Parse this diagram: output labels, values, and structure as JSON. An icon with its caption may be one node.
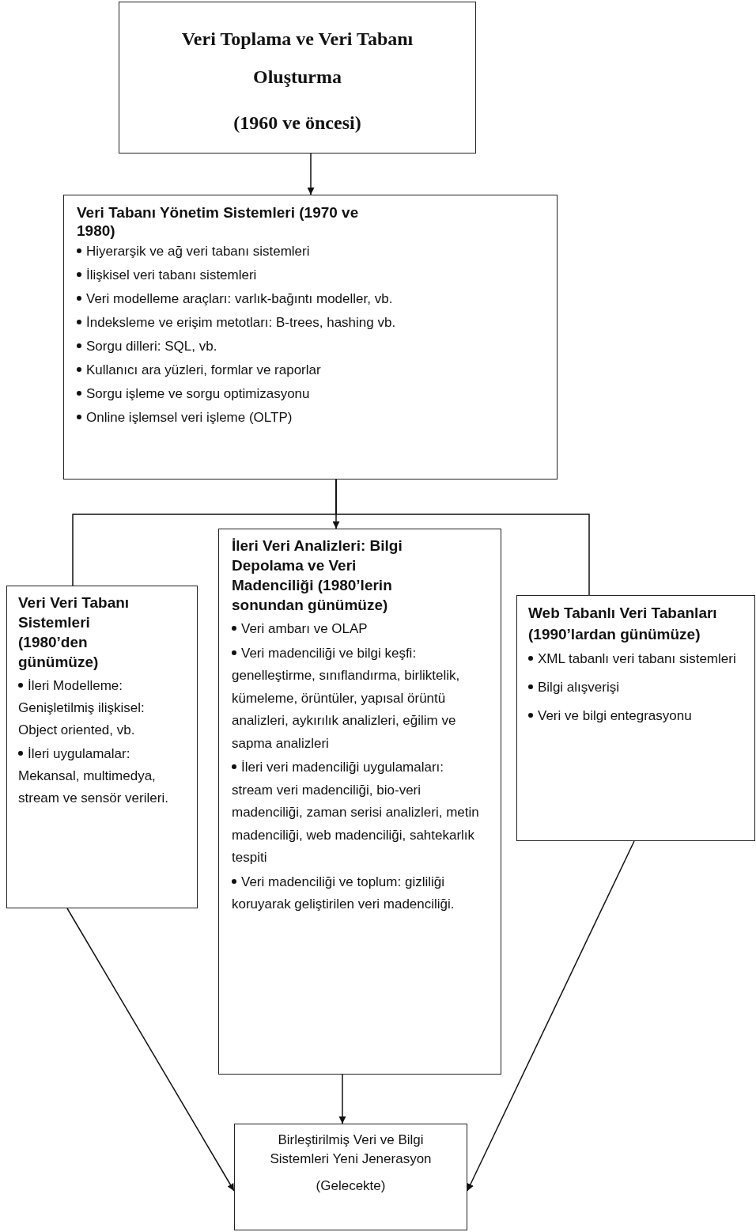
{
  "diagram": {
    "nodes": [
      {
        "text": [
          "Veri Toplama ve Veri Tabanı Oluşturma",
          "(1960 ve öncesi)"
        ]
      },
      {
        "text": [
          "Veri Tabanı Yönetim Sistemleri (1970 ve 1980)",
          "Hiyerarşik ve ağ veri tabanı sistemleri",
          "İlişkisel veri tabanı sistemleri",
          "Veri modelleme araçları: varlık-bağıntı modeller, vb.",
          "İndeksleme ve erişim metotları: B-trees, hashing vb.",
          "Sorgu dilleri: SQL, vb.",
          "Kullanıcı ara yüzleri, formlar ve raporlar",
          "Sorgu işleme ve sorgu optimizasyonu",
          "Online işlemsel veri işleme (OLTP)"
        ]
      },
      {
        "text": [
          "Veri Veri Tabanı Sistemleri (1980’den günümüze)",
          "İleri Modelleme: Genişletilmiş ilişkisel: Object oriented, vb.",
          "İleri uygulamalar: Mekansal, multimedya, stream ve sensör verileri."
        ]
      },
      {
        "text": [
          "İleri Veri Analizleri: Bilgi Depolama ve Veri Madenciliği (1980’lerin sonundan günümüze)",
          "Veri ambarı ve OLAP",
          "Veri madenciliği ve bilgi keşfi: genelleştirme, sınıflandırma, birliktelik, kümeleme, örüntüler, yapısal örüntü analizleri, aykırılık analizleri, eğilim ve sapma analizleri",
          "İleri veri madenciliği uygulamaları: stream veri madenciliği, bio-veri madenciliği, zaman serisi analizleri, metin madenciliği, web madenciliği, sahtekarlık tespiti",
          "Veri madenciliği ve toplum: gizliliği koruyarak geliştirilen veri madenciliği."
        ]
      },
      {
        "text": [
          "Web Tabanlı Veri Tabanları (1990’lardan günümüze)",
          "XML tabanlı veri tabanı sistemleri",
          "Bilgi alışverişi",
          "Veri ve bilgi entegrasyonu"
        ]
      },
      {
        "text": [
          "Birleştirilmiş Veri ve Bilgi Sistemleri Yeni Jenerasyon",
          "(Gelecekte)"
        ]
      }
    ],
    "edges": [
      {
        "from": 0,
        "to": 1,
        "arrow": "to"
      },
      {
        "from": 1,
        "to": 3,
        "arrow": "to"
      },
      {
        "from": 1,
        "to": 2,
        "arrow": "none"
      },
      {
        "from": 1,
        "to": 4,
        "arrow": "none"
      },
      {
        "from": 2,
        "to": 5,
        "arrow": "to"
      },
      {
        "from": 3,
        "to": 5,
        "arrow": "to"
      },
      {
        "from": 4,
        "to": 5,
        "arrow": "to"
      }
    ]
  }
}
